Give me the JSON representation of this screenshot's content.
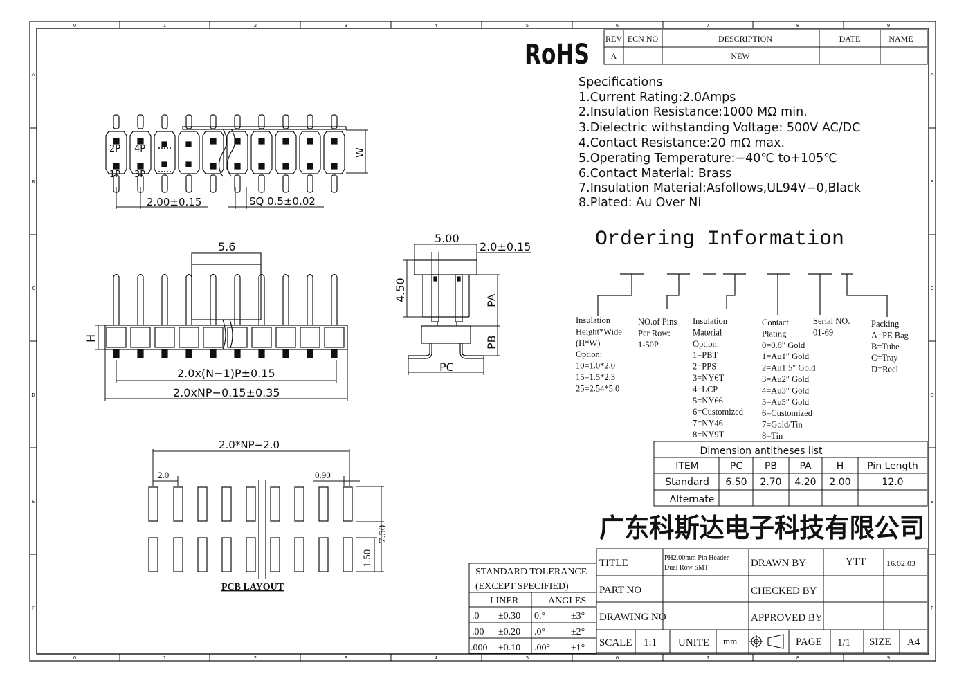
{
  "frame": {
    "col_numbers": [
      "0",
      "1",
      "2",
      "3",
      "4",
      "5",
      "6",
      "7",
      "8",
      "9"
    ],
    "row_letters": [
      "A",
      "B",
      "C",
      "D",
      "E",
      "F"
    ]
  },
  "revision": {
    "headers": [
      "REV",
      "ECN NO",
      "DESCRIPTION",
      "DATE",
      "NAME"
    ],
    "row": [
      "A",
      "",
      "NEW",
      "",
      ""
    ]
  },
  "rohs": "RoHS",
  "specifications": {
    "title": "Specifications",
    "items": [
      "1.Current  Rating:2.0Amps",
      "2.Insulation  Resistance:1000  MΩ  min.",
      "3.Dielectric  withstanding  Voltage:    500V AC/DC",
      "4.Contact  Resistance:20  mΩ  max.",
      "5.Operating  Temperature:−40℃  to+105℃",
      "6.Contact  Material:  Brass",
      "7.Insulation  Material:Asfollows,UL94V−0,Black",
      "8.Plated:  Au  Over  Ni"
    ]
  },
  "ordering": {
    "title": "Ordering  Information",
    "insulation_height": [
      "Insulation",
      "Height*Wide",
      "(H*W)",
      "Option:",
      "10=1.0*2.0",
      "15=1.5*2.3",
      "25=2.54*5.0"
    ],
    "pins_per_row": [
      "NO.of Pins",
      "Per Row:",
      "1-50P"
    ],
    "insulation_material": [
      "Insulation",
      "Material",
      "Option:",
      "1=PBT",
      "2=PPS",
      "3=NY6T",
      "4=LCP",
      "5=NY66",
      "6=Customized",
      "7=NY46",
      "8=NY9T"
    ],
    "contact_plating": [
      "Contact",
      "Plating",
      "0=0.8″ Gold",
      "1=Au1″ Gold",
      "2=Au1.5″ Gold",
      "3=Au2″ Gold",
      "4=Au3″ Gold",
      "5=Au5″ Gold",
      "6=Customized",
      "7=Gold/Tin",
      "8=Tin"
    ],
    "serial_no": [
      "Serial NO.",
      "01-69"
    ],
    "packing": [
      "Packing",
      "A=PE Bag",
      "B=Tube",
      "C=Tray",
      "D=Reel"
    ]
  },
  "dimension_table": {
    "title": "Dimension antitheses list",
    "headers": [
      "ITEM",
      "PC",
      "PB",
      "PA",
      "H",
      "Pin Length"
    ],
    "rows": [
      [
        "Standard",
        "6.50",
        "2.70",
        "4.20",
        "2.00",
        "12.0"
      ],
      [
        "Alternate",
        "",
        "",
        "",
        "",
        ""
      ]
    ]
  },
  "company": "广东科斯达电子科技有限公司",
  "title_block": {
    "title_label": "TITLE",
    "title_value_1": "PH2.00mm Pin Header",
    "title_value_2": "Dual Row SMT",
    "drawn_by_label": "DRAWN BY",
    "drawn_by_value": "YTT",
    "date_value": "16.02.03",
    "part_no_label": "PART NO",
    "checked_by_label": "CHECKED BY",
    "drawing_no_label": "DRAWING NO",
    "approved_by_label": "APPROVED BY",
    "scale_label": "SCALE",
    "scale_value": "1:1",
    "unite_label": "UNITE",
    "unite_value": "mm",
    "page_label": "PAGE",
    "page_value": "1/1",
    "size_label": "SIZE",
    "size_value": "A4"
  },
  "tolerance": {
    "title_1": "STANDARD  TOLERANCE",
    "title_2": "(EXCEPT   SPECIFIED)",
    "liner_label": "LINER",
    "angles_label": "ANGLES",
    "rows": [
      [
        ".0",
        "±0.30",
        "0.°",
        "±3°"
      ],
      [
        ".00",
        "±0.20",
        ".0°",
        "±2°"
      ],
      [
        ".000",
        "±0.10",
        ".00°",
        "±1°"
      ]
    ]
  },
  "top_view": {
    "labels_2p": "2P",
    "labels_4p": "4P",
    "labels_1p": "1P",
    "labels_3p": "3P",
    "pitch_dim": "2.00±0.15",
    "pin_dim": "SQ  0.5±0.02",
    "width_dim": "W"
  },
  "front_view": {
    "dim_56": "5.6",
    "dim_h": "H",
    "dim_pitch": "2.0x(N−1)P±0.15",
    "dim_total": "2.0xNP−0.15±0.35"
  },
  "side_view": {
    "dim_500": "5.00",
    "dim_20": "2.0±0.15",
    "dim_450": "4.50",
    "dim_pa": "PA",
    "dim_pb": "PB",
    "dim_pc": "PC"
  },
  "pcb_layout": {
    "dim_top": "2.0*NP−2.0",
    "dim_20": "2.0",
    "dim_090": "0.90",
    "dim_750": "7.50",
    "dim_150": "1.50",
    "caption": "PCB LAYOUT"
  }
}
